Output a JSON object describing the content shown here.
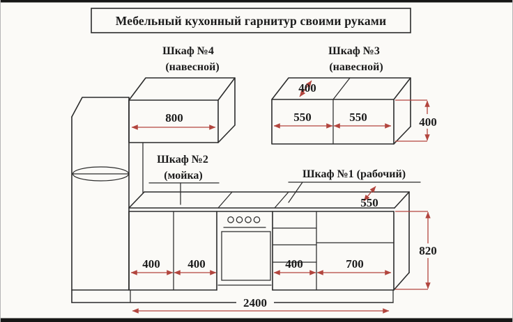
{
  "title": "Мебельный кухонный гарнитур своими руками",
  "cabinets": {
    "cabinet4": {
      "name_line1": "Шкаф №4",
      "name_line2": "(навесной)",
      "width": "800"
    },
    "cabinet3": {
      "name_line1": "Шкаф №3",
      "name_line2": "(навесной)",
      "top_depth": "400",
      "section_left_width": "550",
      "section_right_width": "550",
      "height": "400"
    },
    "cabinet2": {
      "name_line1": "Шкаф №2",
      "name_line2": "(мойка)",
      "door_left_width": "400",
      "door_right_width": "400"
    },
    "cabinet1": {
      "name": "Шкаф №1 (рабочий)",
      "countertop_depth": "550",
      "drawer_block_width": "400",
      "door_section_width": "700",
      "height": "820"
    }
  },
  "total_width": "2400",
  "colors": {
    "dimension_red": "#b2453e",
    "line_color": "#2b2b2b",
    "background": "#fbfaf7"
  }
}
